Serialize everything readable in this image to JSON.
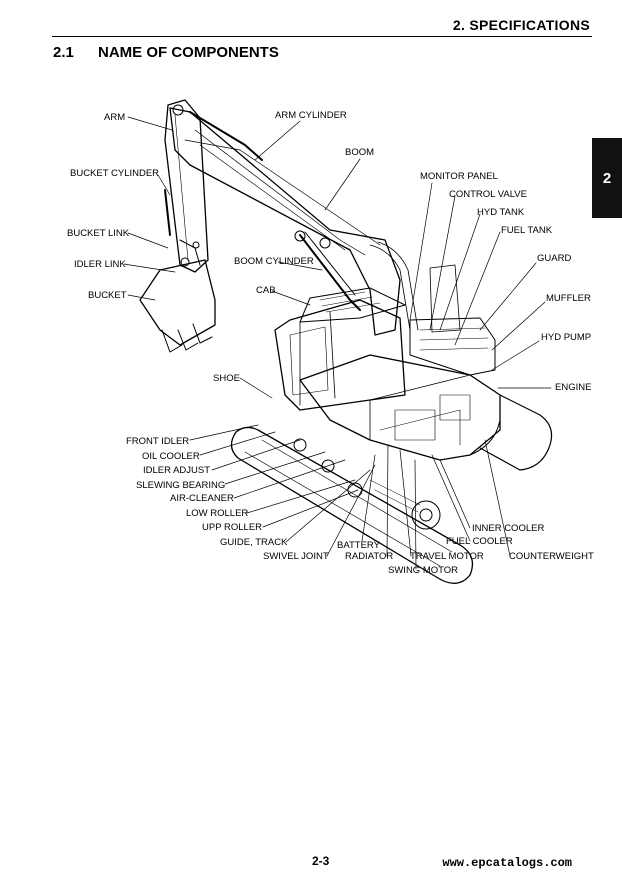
{
  "header": {
    "chapter": "2. SPECIFICATIONS",
    "tab": "2"
  },
  "section": {
    "number": "2.1",
    "title": "NAME OF COMPONENTS"
  },
  "labels": {
    "arm": "ARM",
    "arm_cylinder": "ARM CYLINDER",
    "boom": "BOOM",
    "bucket_cylinder": "BUCKET CYLINDER",
    "monitor_panel": "MONITOR PANEL",
    "control_valve": "CONTROL VALVE",
    "hyd_tank": "HYD TANK",
    "fuel_tank": "FUEL TANK",
    "bucket_link": "BUCKET LINK",
    "idler_link": "IDLER LINK",
    "boom_cylinder": "BOOM CYLINDER",
    "guard": "GUARD",
    "bucket": "BUCKET",
    "cab": "CAB",
    "muffler": "MUFFLER",
    "hyd_pump": "HYD PUMP",
    "shoe": "SHOE",
    "engine": "ENGINE",
    "front_idler": "FRONT IDLER",
    "oil_cooler": "OIL COOLER",
    "idler_adjust": "IDLER ADJUST",
    "slewing_bearing": "SLEWING BEARING",
    "air_cleaner": "AIR-CLEANER",
    "low_roller": "LOW ROLLER",
    "upp_roller": "UPP ROLLER",
    "guide_track": "GUIDE, TRACK",
    "swivel_joint": "SWIVEL JOINT",
    "battery": "BATTERY",
    "radiator": "RADIATOR",
    "travel_motor": "TRAVEL MOTOR",
    "swing_motor": "SWING MOTOR",
    "inner_cooler": "INNER COOLER",
    "fuel_cooler": "FUEL COOLER",
    "counterweight": "COUNTERWEIGHT"
  },
  "footer": {
    "page": "2-3",
    "website": "www.epcatalogs.com"
  }
}
